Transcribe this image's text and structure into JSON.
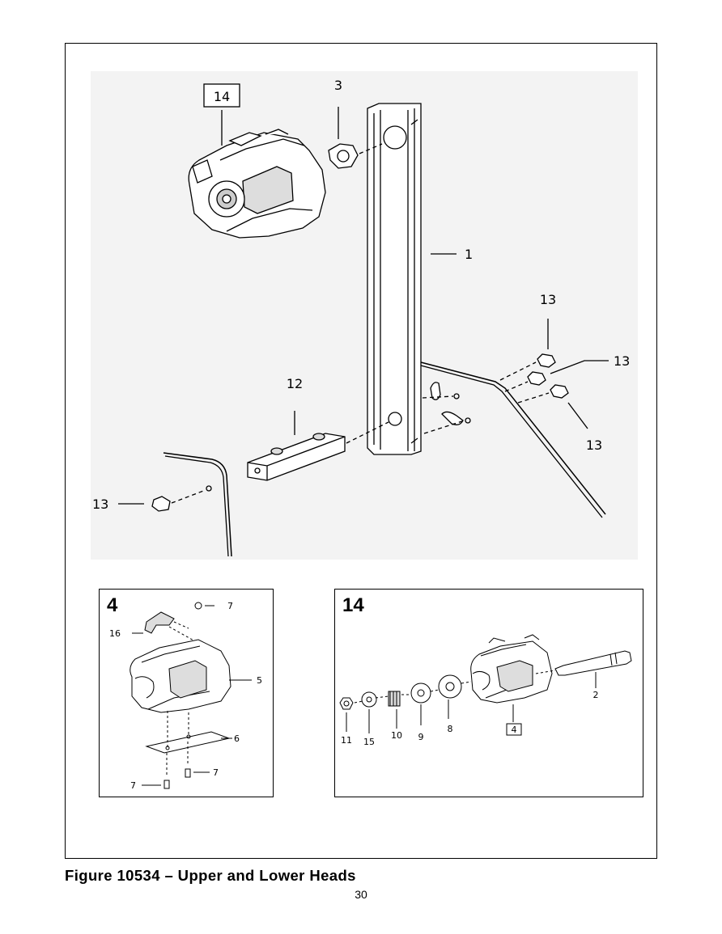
{
  "figure": {
    "callouts": {
      "upper_head_box": "14",
      "nut": "3",
      "arm": "1",
      "bolt_top": "13",
      "bolt_mid": "13",
      "bolt_low": "13",
      "block": "12",
      "bolt_left": "13"
    },
    "inset_4": {
      "title": "4",
      "callouts": [
        "7",
        "16",
        "5",
        "6",
        "7",
        "7"
      ]
    },
    "inset_14": {
      "title": "14",
      "callouts": [
        "11",
        "15",
        "10",
        "9",
        "8",
        "4",
        "2"
      ]
    }
  },
  "caption": "Figure 10534 – Upper and Lower Heads",
  "page_number": "30"
}
